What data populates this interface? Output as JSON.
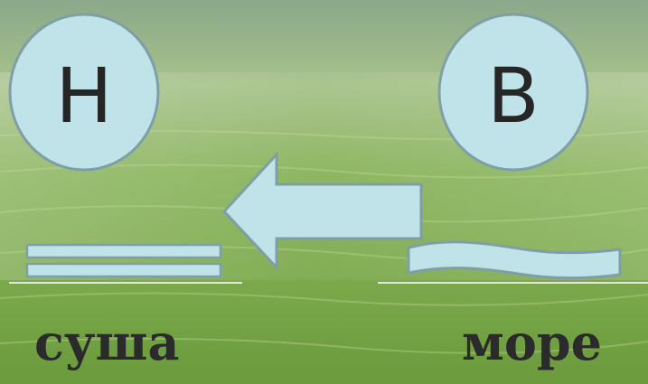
{
  "left": {
    "pressure_label": "Н",
    "caption": "суша"
  },
  "right": {
    "pressure_label": "В",
    "caption": "море"
  },
  "arrow_direction": "right-to-left",
  "colors": {
    "shape_fill": "#bfe3e8",
    "shape_stroke": "#7f9fa6",
    "caption_text": "#2b2b2b",
    "background_top": "#8fb37a",
    "background_bottom": "#6c9a3e"
  }
}
